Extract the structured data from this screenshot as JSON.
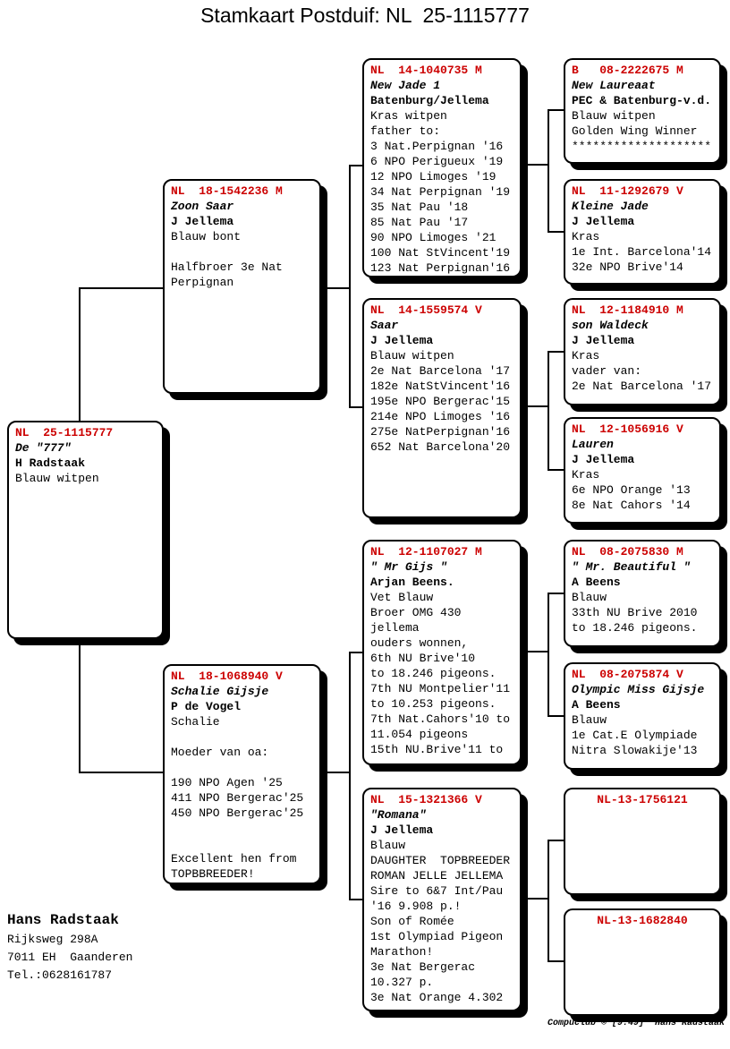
{
  "title": "Stamkaart Postduif: NL  25-1115777",
  "accent_color": "#cc0000",
  "owner": {
    "name": "Hans Radstaak",
    "address1": "Rijksweg 298A",
    "address2": "7011 EH  Gaanderen",
    "phone": "Tel.:0628161787"
  },
  "footer": "Compuclub © [9.49]  Hans Radstaak",
  "boxes": {
    "subject": {
      "header": "NL  25-1115777",
      "lines": [
        {
          "text": "De \"777\"",
          "style": "name"
        },
        {
          "text": "H Radstaak",
          "style": "loft"
        },
        {
          "text": "Blauw witpen"
        }
      ]
    },
    "father": {
      "header": "NL  18-1542236 M",
      "lines": [
        {
          "text": "Zoon Saar",
          "style": "name"
        },
        {
          "text": "J Jellema",
          "style": "loft"
        },
        {
          "text": "Blauw bont"
        },
        {
          "text": ""
        },
        {
          "text": "Halfbroer 3e Nat"
        },
        {
          "text": "Perpignan"
        }
      ]
    },
    "mother": {
      "header": "NL  18-1068940 V",
      "lines": [
        {
          "text": "Schalie Gijsje",
          "style": "name"
        },
        {
          "text": "P de Vogel",
          "style": "loft"
        },
        {
          "text": "Schalie"
        },
        {
          "text": ""
        },
        {
          "text": "Moeder van oa:"
        },
        {
          "text": ""
        },
        {
          "text": "190 NPO Agen '25"
        },
        {
          "text": "411 NPO Bergerac'25"
        },
        {
          "text": "450 NPO Bergerac'25"
        },
        {
          "text": ""
        },
        {
          "text": ""
        },
        {
          "text": "Excellent hen from"
        },
        {
          "text": "TOPBBREEDER!"
        }
      ]
    },
    "g3a": {
      "header": "NL  14-1040735 M",
      "lines": [
        {
          "text": "New Jade 1",
          "style": "name"
        },
        {
          "text": "Batenburg/Jellema",
          "style": "loft"
        },
        {
          "text": "Kras witpen"
        },
        {
          "text": "father to:"
        },
        {
          "text": "3 Nat.Perpignan '16"
        },
        {
          "text": "6 NPO Perigueux '19"
        },
        {
          "text": "12 NPO Limoges '19"
        },
        {
          "text": "34 Nat Perpignan '19"
        },
        {
          "text": "35 Nat Pau '18"
        },
        {
          "text": "85 Nat Pau '17"
        },
        {
          "text": "90 NPO Limoges '21"
        },
        {
          "text": "100 Nat StVincent'19"
        },
        {
          "text": "123 Nat Perpignan'16"
        }
      ]
    },
    "g3b": {
      "header": "NL  14-1559574 V",
      "lines": [
        {
          "text": "Saar",
          "style": "name"
        },
        {
          "text": "J Jellema",
          "style": "loft"
        },
        {
          "text": "Blauw witpen"
        },
        {
          "text": "2e Nat Barcelona '17"
        },
        {
          "text": "182e NatStVincent'16"
        },
        {
          "text": "195e NPO Bergerac'15"
        },
        {
          "text": "214e NPO Limoges '16"
        },
        {
          "text": "275e NatPerpignan'16"
        },
        {
          "text": "652 Nat Barcelona'20"
        }
      ]
    },
    "g3c": {
      "header": "NL  12-1107027 M",
      "lines": [
        {
          "text": "\" Mr Gijs \"",
          "style": "name"
        },
        {
          "text": "Arjan Beens.",
          "style": "loft"
        },
        {
          "text": "Vet Blauw"
        },
        {
          "text": "Broer OMG 430"
        },
        {
          "text": "jellema"
        },
        {
          "text": "ouders wonnen,"
        },
        {
          "text": "6th NU Brive'10"
        },
        {
          "text": "to 18.246 pigeons."
        },
        {
          "text": "7th NU Montpelier'11"
        },
        {
          "text": "to 10.253 pigeons."
        },
        {
          "text": "7th Nat.Cahors'10 to"
        },
        {
          "text": "11.054 pigeons"
        },
        {
          "text": "15th NU.Brive'11 to"
        }
      ]
    },
    "g3d": {
      "header": "NL  15-1321366 V",
      "lines": [
        {
          "text": "\"Romana\"",
          "style": "name"
        },
        {
          "text": "J Jellema",
          "style": "loft"
        },
        {
          "text": "Blauw"
        },
        {
          "text": "DAUGHTER  TOPBREEDER"
        },
        {
          "text": "ROMAN JELLE JELLEMA"
        },
        {
          "text": "Sire to 6&7 Int/Pau"
        },
        {
          "text": "'16 9.908 p.!"
        },
        {
          "text": "Son of Romée"
        },
        {
          "text": "1st Olympiad Pigeon"
        },
        {
          "text": "Marathon!"
        },
        {
          "text": "3e Nat Bergerac"
        },
        {
          "text": "10.327 p."
        },
        {
          "text": "3e Nat Orange 4.302"
        }
      ]
    },
    "g4a": {
      "header": "B   08-2222675 M",
      "lines": [
        {
          "text": "New Laureaat",
          "style": "name"
        },
        {
          "text": "PEC & Batenburg-v.d.",
          "style": "loft"
        },
        {
          "text": "Blauw witpen"
        },
        {
          "text": "Golden Wing Winner"
        },
        {
          "text": "********************"
        }
      ]
    },
    "g4b": {
      "header": "NL  11-1292679 V",
      "lines": [
        {
          "text": "Kleine Jade",
          "style": "name"
        },
        {
          "text": "J Jellema",
          "style": "loft"
        },
        {
          "text": "Kras"
        },
        {
          "text": "1e Int. Barcelona'14"
        },
        {
          "text": "32e NPO Brive'14"
        }
      ]
    },
    "g4c": {
      "header": "NL  12-1184910 M",
      "lines": [
        {
          "text": "son Waldeck",
          "style": "name"
        },
        {
          "text": "J Jellema",
          "style": "loft"
        },
        {
          "text": "Kras"
        },
        {
          "text": "vader van:"
        },
        {
          "text": "2e Nat Barcelona '17"
        }
      ]
    },
    "g4d": {
      "header": "NL  12-1056916 V",
      "lines": [
        {
          "text": "Lauren",
          "style": "name"
        },
        {
          "text": "J Jellema",
          "style": "loft"
        },
        {
          "text": "Kras"
        },
        {
          "text": "6e NPO Orange '13"
        },
        {
          "text": "8e Nat Cahors '14"
        }
      ]
    },
    "g4e": {
      "header": "NL  08-2075830 M",
      "lines": [
        {
          "text": "\" Mr. Beautiful \"",
          "style": "name"
        },
        {
          "text": "A Beens",
          "style": "loft"
        },
        {
          "text": "Blauw"
        },
        {
          "text": "33th NU Brive 2010"
        },
        {
          "text": "to 18.246 pigeons."
        }
      ]
    },
    "g4f": {
      "header": "NL  08-2075874 V",
      "lines": [
        {
          "text": "Olympic Miss Gijsje",
          "style": "name"
        },
        {
          "text": "A Beens",
          "style": "loft"
        },
        {
          "text": "Blauw"
        },
        {
          "text": "1e Cat.E Olympiade"
        },
        {
          "text": "Nitra Slowakije'13"
        }
      ]
    },
    "g4g": {
      "header": "NL-13-1756121",
      "lines": []
    },
    "g4h": {
      "header": "NL-13-1682840",
      "lines": []
    }
  }
}
